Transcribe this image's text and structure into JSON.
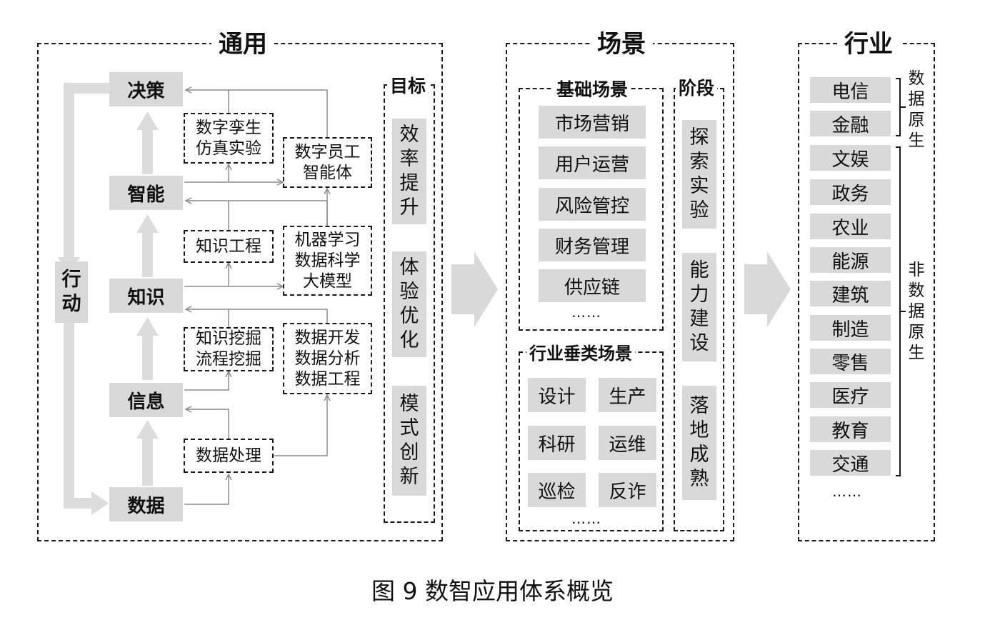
{
  "sections": {
    "general": {
      "title": "通用",
      "levels": [
        "决策",
        "智能",
        "知识",
        "信息",
        "数据"
      ],
      "action": [
        "行",
        "动"
      ],
      "methods": {
        "twin": [
          "数字孪生",
          "仿真实验"
        ],
        "agent": [
          "数字员工",
          "智能体"
        ],
        "knowledge_eng": [
          "知识工程"
        ],
        "ml": [
          "机器学习",
          "数据科学",
          "大模型"
        ],
        "mining": [
          "知识挖掘",
          "流程挖掘"
        ],
        "dev": [
          "数据开发",
          "数据分析",
          "数据工程"
        ],
        "processing": [
          "数据处理"
        ]
      },
      "goal": {
        "title": "目标",
        "items": [
          [
            "效",
            "率",
            "提",
            "升"
          ],
          [
            "体",
            "验",
            "优",
            "化"
          ],
          [
            "模",
            "式",
            "创",
            "新"
          ]
        ]
      }
    },
    "scenario": {
      "title": "场景",
      "basic": {
        "title": "基础场景",
        "items": [
          "市场营销",
          "用户运营",
          "风险管控",
          "财务管理",
          "供应链"
        ],
        "more": "……"
      },
      "vertical": {
        "title": "行业垂类场景",
        "items": [
          "设计",
          "生产",
          "科研",
          "运维",
          "巡检",
          "反诈"
        ],
        "more": "……"
      },
      "stage": {
        "title": "阶段",
        "items": [
          [
            "探",
            "索",
            "实",
            "验"
          ],
          [
            "能",
            "力",
            "建",
            "设"
          ],
          [
            "落",
            "地",
            "成",
            "熟"
          ]
        ]
      }
    },
    "industry": {
      "title": "行业",
      "items": [
        "电信",
        "金融",
        "文娱",
        "政务",
        "农业",
        "能源",
        "建筑",
        "制造",
        "零售",
        "医疗",
        "教育",
        "交通"
      ],
      "more": "……",
      "native_label": [
        "数",
        "据",
        "原",
        "生"
      ],
      "non_native_label": [
        "非",
        "数",
        "据",
        "原",
        "生"
      ]
    }
  },
  "caption": "图 9  数智应用体系概览",
  "colors": {
    "box_fill": "#d9d9d9",
    "arrow": "#dcdcdc",
    "line": "#8c8c8c"
  }
}
